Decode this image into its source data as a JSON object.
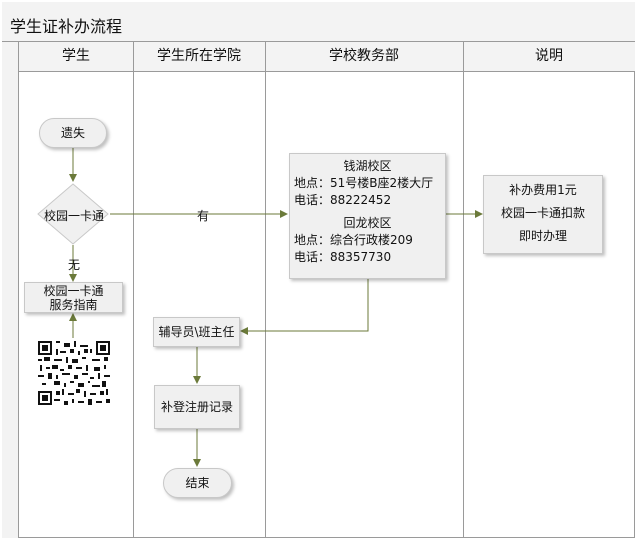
{
  "title": "学生证补办流程",
  "columns": [
    "学生",
    "学生所在学院",
    "学校教务部",
    "说明"
  ],
  "nodes": {
    "lost": "遗失",
    "card_decision": "校园一卡通",
    "guide_line1": "校园一卡通",
    "guide_line2": "服务指南",
    "counselor": "辅导员\\班主任",
    "register": "补登注册记录",
    "end": "结束",
    "office": {
      "campus1": "钱湖校区",
      "address1": "地点：51号楼B座2楼大厅",
      "phone1": "电话：88222452",
      "campus2": "回龙校区",
      "address2": "地点：综合行政楼209",
      "phone2": "电话：88357730"
    },
    "note": {
      "line1": "补办费用1元",
      "line2": "校园一卡通扣款",
      "line3": "即时办理"
    }
  },
  "edge_labels": {
    "yes": "有",
    "no": "无"
  },
  "colors": {
    "arrow": "#6b7a3a",
    "node_fill": "#f0f0f0",
    "header_fill": "#f3f3f3"
  }
}
